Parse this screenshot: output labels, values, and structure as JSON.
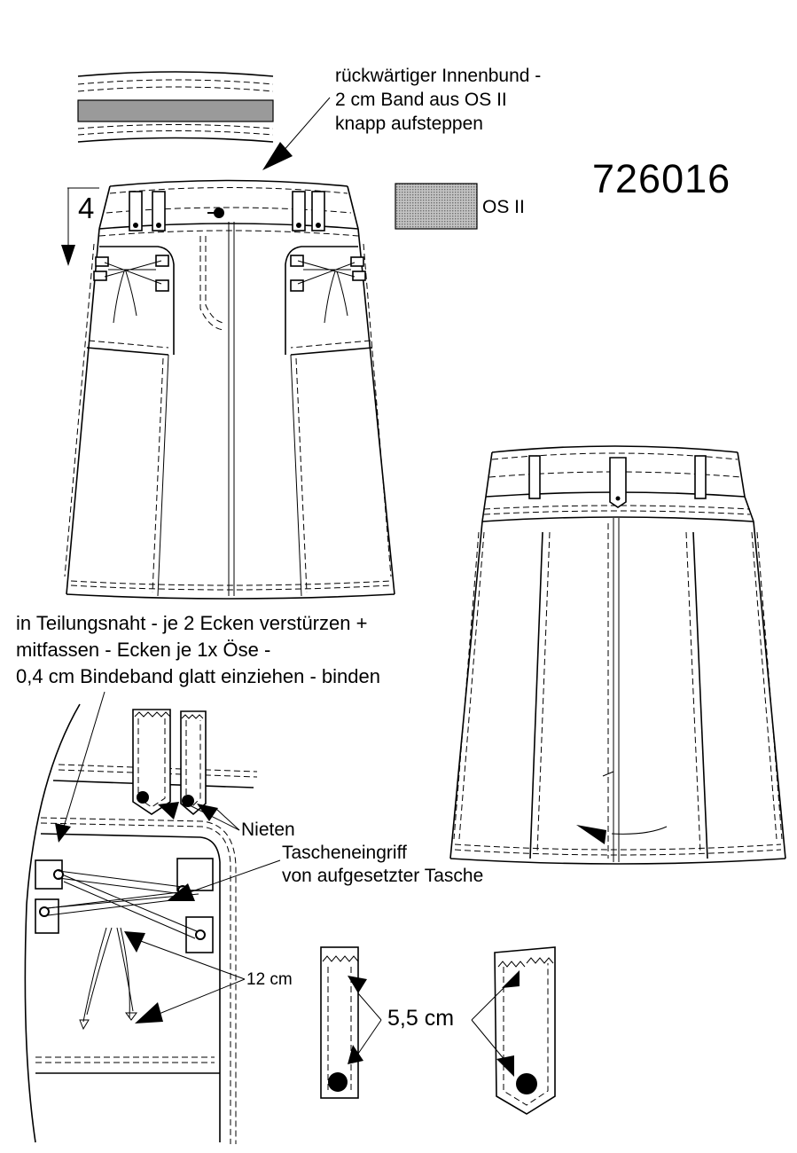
{
  "model_number": "726016",
  "notes": {
    "inner_waistband": [
      "rückwärtiger Innenbund -",
      "2 cm Band aus OS II",
      "knapp aufsteppen"
    ],
    "swatch_label": "OS II",
    "scale_label": "4",
    "seam_note": [
      "in Teilungsnaht - je 2 Ecken verstürzen +",
      "mitfassen - Ecken je 1x Öse -",
      "0,4 cm Bindeband glatt einziehen - binden"
    ],
    "rivets": "Nieten",
    "pocket_opening": [
      "Tascheneingriff",
      "von aufgesetzter Tasche"
    ],
    "length_12": "12 cm",
    "length_5_5": "5,5 cm"
  },
  "colors": {
    "line": "#000000",
    "background": "#ffffff",
    "os_ii_fabric": "#9a9a9a"
  }
}
